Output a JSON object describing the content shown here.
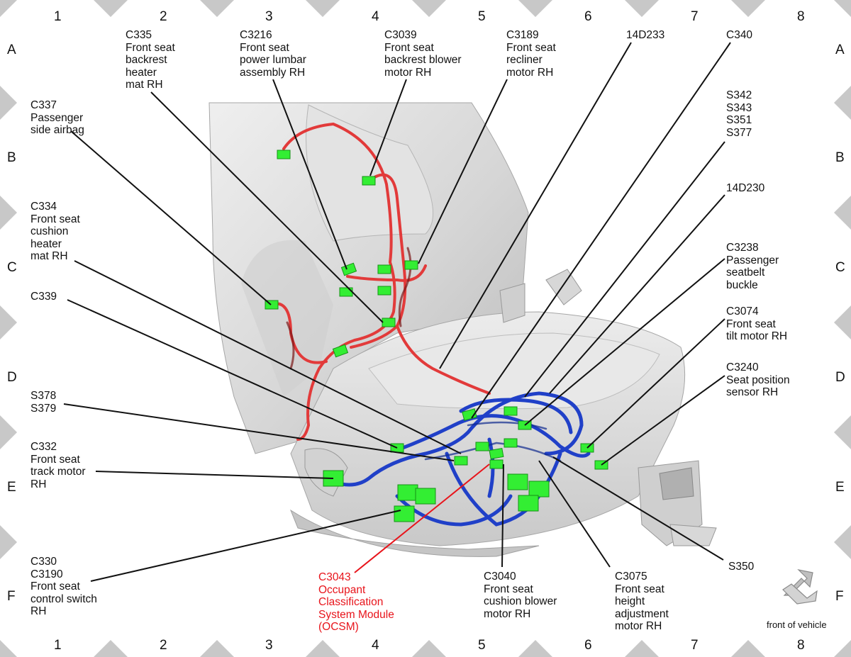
{
  "grid": {
    "columns": [
      "1",
      "2",
      "3",
      "4",
      "5",
      "6",
      "7",
      "8"
    ],
    "rows": [
      "A",
      "B",
      "C",
      "D",
      "E",
      "F"
    ]
  },
  "labels": [
    {
      "id": "c335",
      "text": "C335\nFront seat\nbackrest\nheater\nmat RH"
    },
    {
      "id": "c3216",
      "text": "C3216\nFront seat\npower lumbar\nassembly RH"
    },
    {
      "id": "c3039",
      "text": "C3039\nFront seat\nbackrest blower\nmotor RH"
    },
    {
      "id": "c3189",
      "text": "C3189\nFront seat\nrecliner\nmotor RH"
    },
    {
      "id": "14d233",
      "text": "14D233"
    },
    {
      "id": "c340",
      "text": "C340"
    },
    {
      "id": "c337",
      "text": "C337\nPassenger\nside airbag"
    },
    {
      "id": "s342",
      "text": "S342\nS343\nS351\nS377"
    },
    {
      "id": "14d230",
      "text": "14D230"
    },
    {
      "id": "c334",
      "text": "C334\nFront seat\ncushion\nheater\nmat RH"
    },
    {
      "id": "c3238",
      "text": "C3238\nPassenger\nseatbelt\nbuckle"
    },
    {
      "id": "c339",
      "text": "C339"
    },
    {
      "id": "c3074",
      "text": "C3074\nFront seat\ntilt motor RH"
    },
    {
      "id": "c3240",
      "text": "C3240\nSeat position\nsensor RH"
    },
    {
      "id": "s378",
      "text": "S378\nS379"
    },
    {
      "id": "c332",
      "text": "C332\nFront seat\ntrack motor\nRH"
    },
    {
      "id": "c330",
      "text": "C330\nC3190\nFront seat\ncontrol switch\nRH"
    },
    {
      "id": "c3043",
      "text": "C3043\nOccupant\nClassification\nSystem Module\n(OCSM)",
      "highlight": true
    },
    {
      "id": "c3040",
      "text": "C3040\nFront seat\ncushion blower\nmotor RH"
    },
    {
      "id": "c3075",
      "text": "C3075\nFront seat\nheight\nadjustment\nmotor RH"
    },
    {
      "id": "s350",
      "text": "S350"
    }
  ],
  "orientation": {
    "label": "front of vehicle",
    "icon": "arrow-down-right-icon"
  },
  "colors": {
    "harness_upper": "#e23a3a",
    "harness_lower": "#2040c8",
    "connector": "#33ee33",
    "highlight_text": "#e8141b",
    "seat": "#d9d9d9",
    "border_triangle": "#c8c8c8"
  }
}
